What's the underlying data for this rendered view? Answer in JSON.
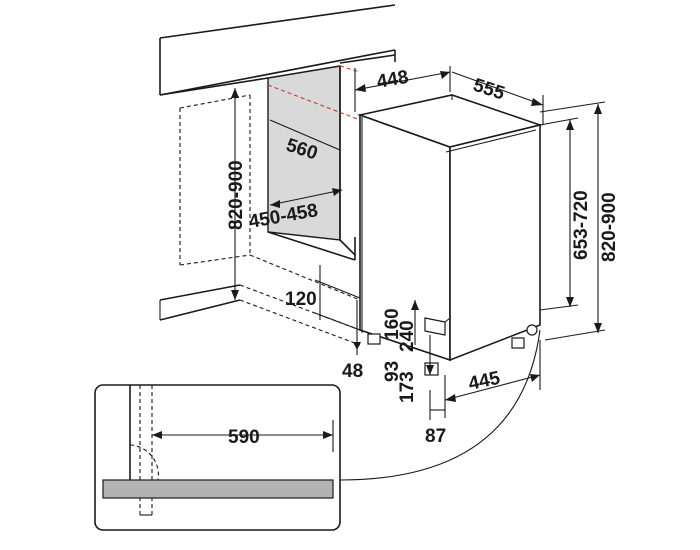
{
  "dimensions": {
    "cabinet_depth": "560",
    "niche_height": "820-900",
    "niche_width": "450-458",
    "plinth_recess": "120",
    "plinth_offset": "48",
    "appliance_width": "448",
    "appliance_depth": "555",
    "appliance_height": "653-720",
    "installed_height": "820-900",
    "foot_gap_lower": "93",
    "foot_gap_upper": "160",
    "foot_range_lower": "173",
    "foot_range_upper": "240",
    "base_depth": "445",
    "foot_offset": "87",
    "door_clearance": "590"
  },
  "colors": {
    "line": "#1a1a1a",
    "niche_fill": "#d9d9d9",
    "panel_fill": "#b3b3b3",
    "hidden_line": "#c0392b"
  }
}
